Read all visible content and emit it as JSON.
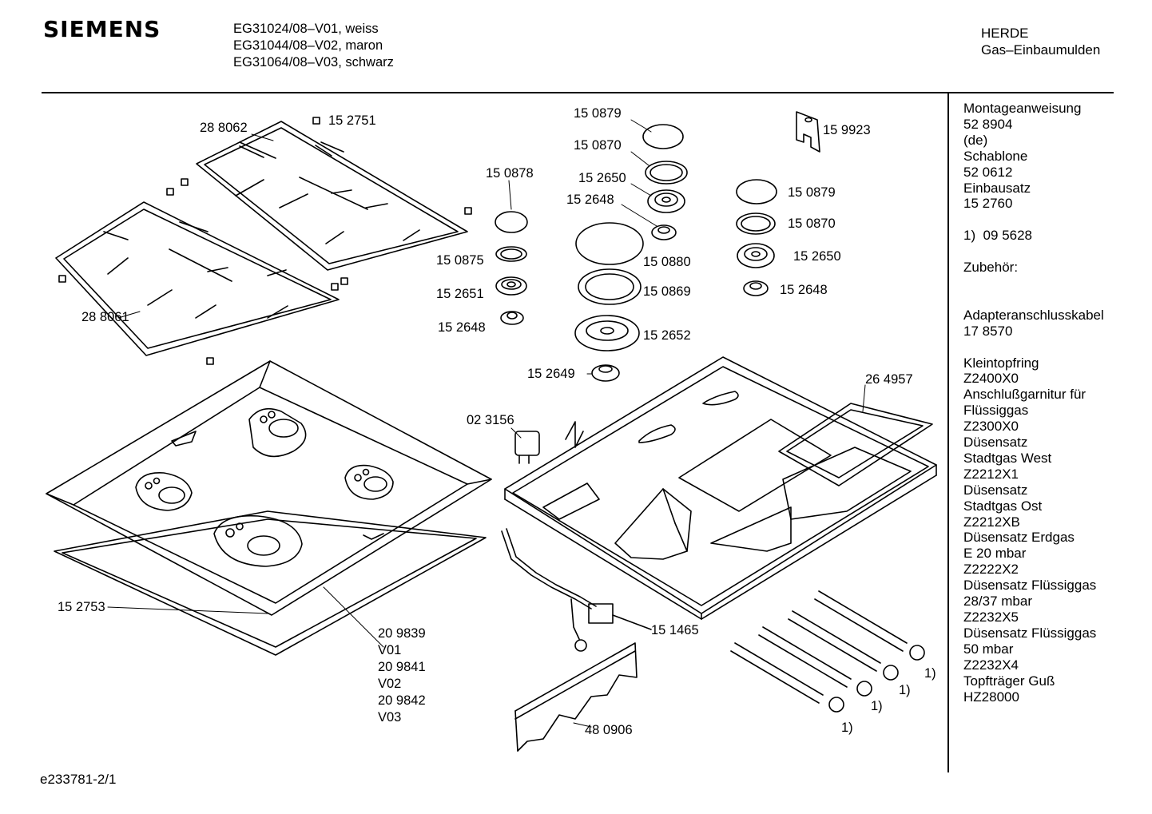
{
  "header": {
    "brand": "SIEMENS",
    "models": "EG31024/08–V01, weiss\nEG31044/08–V02, maron\nEG31064/08–V03, schwarz",
    "category": "HERDE\nGas–Einbaumulden"
  },
  "notes": "Montageanweisung\n52 8904\n(de)\nSchablone\n52 0612\nEinbausatz\n15 2760\n\n1)  09 5628\n\nZubehör:\n\n\nAdapteranschlusskabel\n17 8570\n\nKleintopfring\nZ2400X0\nAnschlußgarnitur für\nFlüssiggas\nZ2300X0\nDüsensatz\nStadtgas West\nZ2212X1\nDüsensatz\nStadtgas Ost\nZ2212XB\nDüsensatz Erdgas\nE 20 mbar\nZ2222X2\nDüsensatz Flüssiggas\n28/37 mbar\nZ2232X5\nDüsensatz Flüssiggas\n50 mbar\nZ2232X4\nTopfträger Guß\nHZ28000",
  "footer": "e233781-2/1",
  "parts": {
    "p288062": "28 8062",
    "p152751": "15 2751",
    "p288061": "28 8061",
    "p150878": "15 0878",
    "p150875": "15 0875",
    "p152651": "15 2651",
    "p152648a": "15 2648",
    "p150879a": "15 0879",
    "p150870a": "15 0870",
    "p152650a": "15 2650",
    "p152648b": "15 2648",
    "p150880": "15 0880",
    "p150869": "15 0869",
    "p152652": "15 2652",
    "p152649": "15 2649",
    "p159923": "15 9923",
    "p150879b": "15 0879",
    "p150870b": "15 0870",
    "p152650b": "15 2650",
    "p152648c": "15 2648",
    "p264957": "26 4957",
    "p023156": "02 3156",
    "p152753": "15 2753",
    "variants": "20 9839\nV01\n20 9841\nV02\n20 9842\nV03",
    "p151465": "15 1465",
    "p480906": "48 0906",
    "fn1a": "1)",
    "fn1b": "1)",
    "fn1c": "1)",
    "fn1d": "1)"
  }
}
